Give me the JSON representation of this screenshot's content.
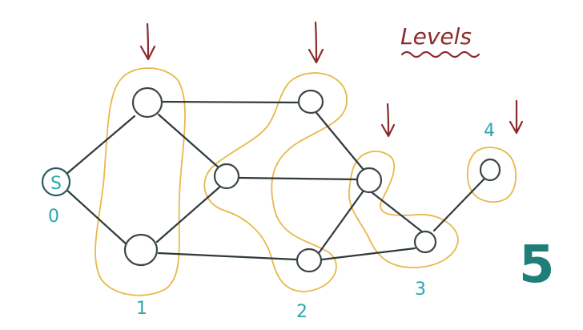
{
  "title": "Levels",
  "source_label": "S",
  "levels": [
    {
      "label": "0"
    },
    {
      "label": "1"
    },
    {
      "label": "2"
    },
    {
      "label": "3"
    },
    {
      "label": "4"
    }
  ],
  "corner_number": "5",
  "colors": {
    "edge": "#2f3a3a",
    "node": "#3d4646",
    "level_outline": "#e8b84b",
    "arrow": "#8b2a2a",
    "level_label": "#2aa8b0",
    "title": "#8b2a2a",
    "corner_number": "#1f7f78"
  }
}
